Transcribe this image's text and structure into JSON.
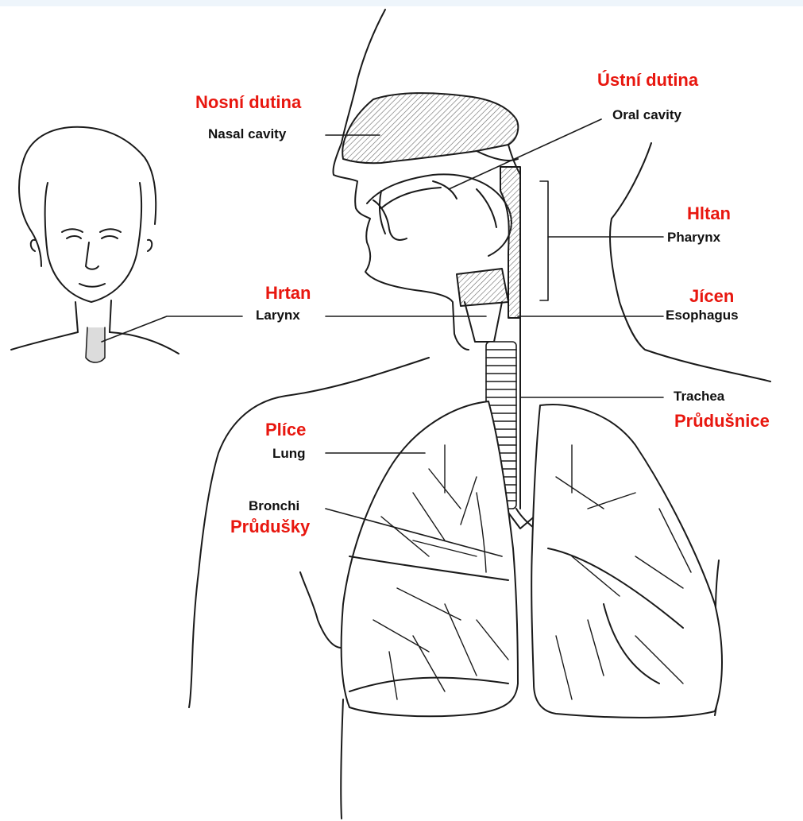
{
  "colors": {
    "czech_label": "#e8170f",
    "english_label": "#111111",
    "line_art": "#1a1a1a",
    "hatch": "#666666"
  },
  "labels": {
    "nasal": {
      "czech": "Nosní dutina",
      "english": "Nasal cavity"
    },
    "oral": {
      "czech": "Ústní dutina",
      "english": "Oral cavity"
    },
    "pharynx": {
      "czech": "Hltan",
      "english": "Pharynx"
    },
    "larynx": {
      "czech": "Hrtan",
      "english": "Larynx"
    },
    "esophagus": {
      "czech": "Jícen",
      "english": "Esophagus"
    },
    "trachea": {
      "czech": "Průdušnice",
      "english": "Trachea"
    },
    "lung": {
      "czech": "Plíce",
      "english": "Lung"
    },
    "bronchi": {
      "czech": "Průdušky",
      "english": "Bronchi"
    }
  }
}
